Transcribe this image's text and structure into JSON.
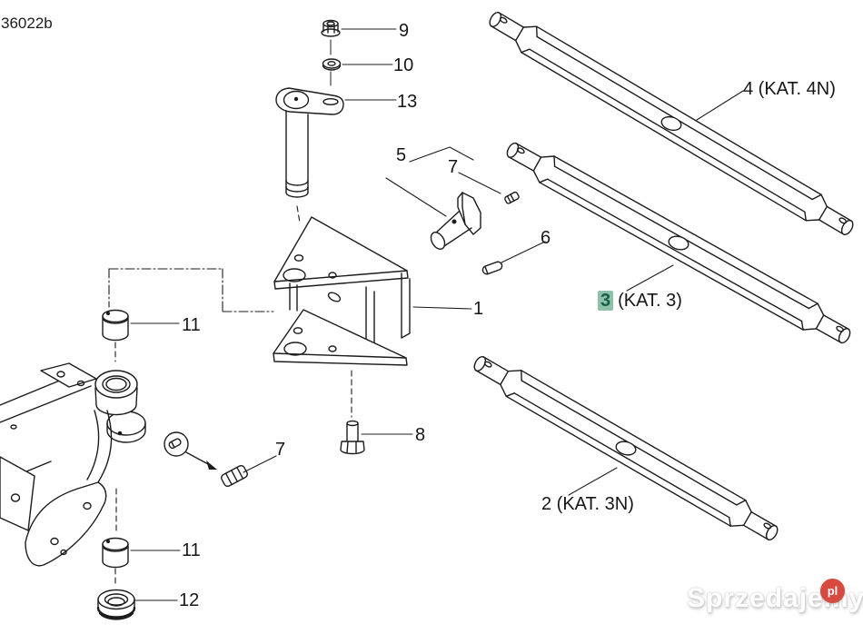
{
  "page": {
    "code": "36022b"
  },
  "callouts": {
    "c9": "9",
    "c10": "10",
    "c13": "13",
    "c5": "5",
    "c7_top": "7",
    "c6": "6",
    "c1": "1",
    "c4": "4 (KAT. 4N)",
    "c3_num": "3",
    "c3_rest": "(KAT. 3)",
    "c2": "2 (KAT. 3N)",
    "c11_upper": "11",
    "c7_bottom": "7",
    "c8": "8",
    "c11_lower": "11",
    "c12": "12"
  },
  "highlight": {
    "background": "#8fc1a9",
    "color": "#156048"
  },
  "watermark": {
    "text": "Sprzedajemy",
    "badge": "pl",
    "badge_color": "#d64a3f"
  }
}
